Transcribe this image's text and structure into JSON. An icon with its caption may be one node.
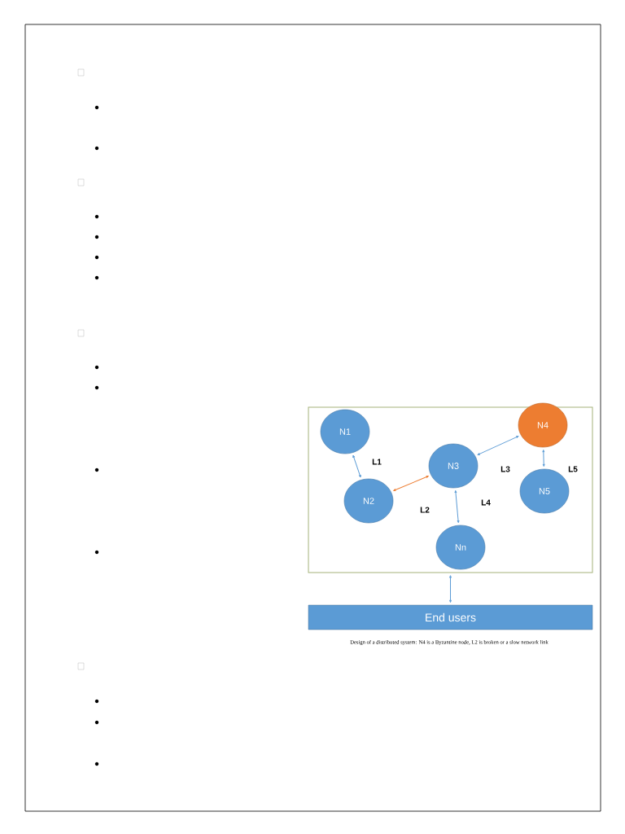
{
  "diagram": {
    "caption": "Design of a distributed system: N4 is a Byzantine node, L2 is broken or a slow network link",
    "nodes": [
      {
        "text": [],
        "shape": "box"
      },
      {
        "text": [
          "N1"
        ],
        "in": 0
      },
      {
        "text": [
          "N2"
        ],
        "in": 0
      },
      {
        "text": [
          "N3"
        ],
        "in": 0
      },
      {
        "text": [
          "N4"
        ],
        "in": 0
      },
      {
        "text": [
          "N5"
        ],
        "in": 0
      },
      {
        "text": [
          "Nn"
        ],
        "in": 0
      },
      {
        "text": [
          "End users"
        ]
      }
    ],
    "edges": [
      {
        "from": 1,
        "to": 2,
        "arrow": "both",
        "label": "L1"
      },
      {
        "from": 2,
        "to": 3,
        "arrow": "both",
        "label": "L2",
        "color": "#ed7d31"
      },
      {
        "from": 3,
        "to": 4,
        "arrow": "both",
        "label": "L3"
      },
      {
        "from": 3,
        "to": 6,
        "arrow": "both",
        "label": "L4"
      },
      {
        "from": 4,
        "to": 5,
        "arrow": "both",
        "label": "L5"
      },
      {
        "from": 0,
        "to": 7,
        "arrow": "both"
      }
    ]
  }
}
